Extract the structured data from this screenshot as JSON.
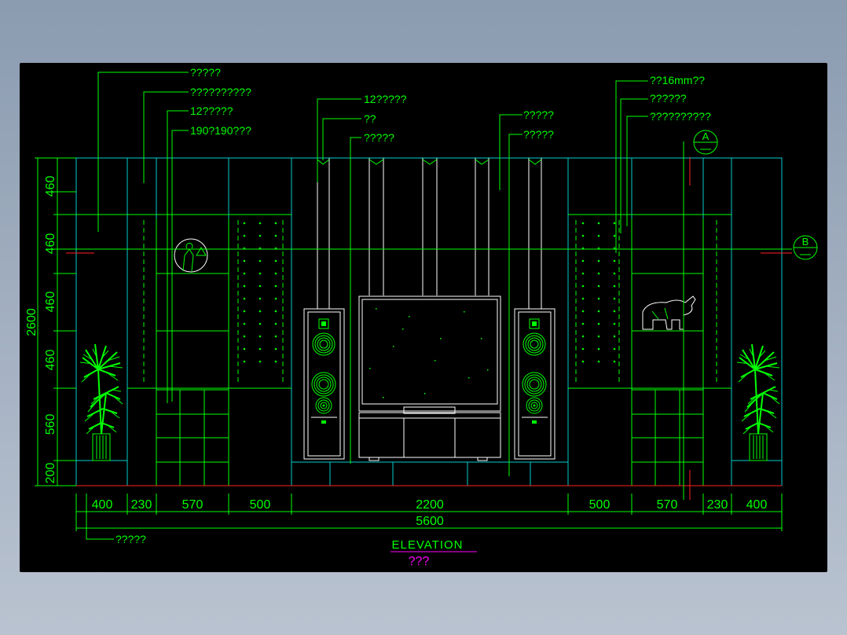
{
  "annotations_left": [
    "?????",
    "??????????",
    "12?????",
    "190?190???"
  ],
  "annotations_center": [
    "12?????",
    "??",
    "?????",
    "?????",
    "?????"
  ],
  "annotations_right": [
    "??16mm??",
    "??????",
    "??????????"
  ],
  "bottom_note": "?????",
  "section_markers": {
    "a": "A",
    "b": "B"
  },
  "vertical_dims": [
    "460",
    "460",
    "460",
    "460",
    "560",
    "200"
  ],
  "overall_height": "2600",
  "horizontal_dims": [
    "400",
    "230",
    "570",
    "500",
    "2200",
    "500",
    "570",
    "230",
    "400"
  ],
  "overall_width": "5600",
  "title": "ELEVATION",
  "subtitle": "???",
  "colors": {
    "background": "#000000",
    "line_green": "#00ff00",
    "line_cyan": "#00cccc",
    "text_green": "#00ff00",
    "title_magenta": "#ff00ff",
    "red": "#ff2020"
  }
}
